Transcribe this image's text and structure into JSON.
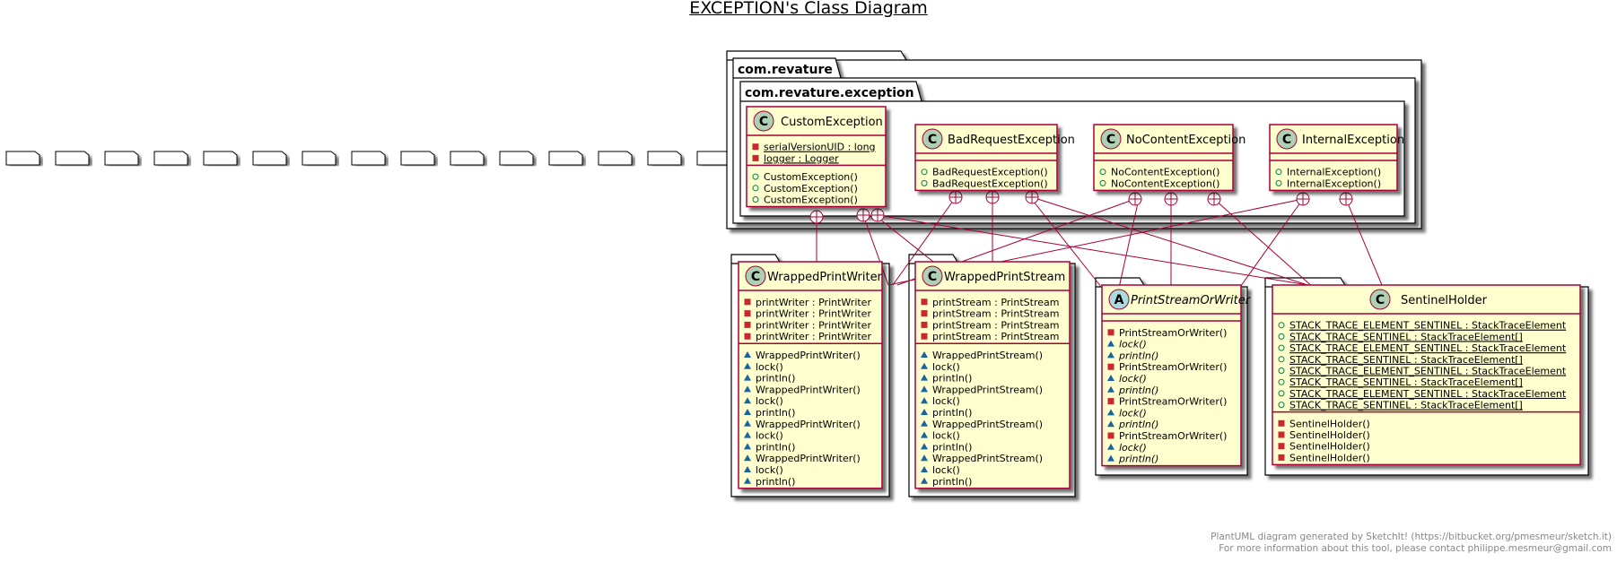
{
  "title": "EXCEPTION's Class Diagram",
  "packages": {
    "outer": "com.revature",
    "inner": "com.revature.exception"
  },
  "classes": {
    "custom": {
      "name": "CustomException",
      "fields": [
        {
          "vis": "-",
          "text": "serialVersionUID : long",
          "static": true
        },
        {
          "vis": "-",
          "text": "logger : Logger",
          "static": true
        }
      ],
      "methods": [
        {
          "vis": "+",
          "text": "CustomException()"
        },
        {
          "vis": "+",
          "text": "CustomException()"
        },
        {
          "vis": "+",
          "text": "CustomException()"
        }
      ]
    },
    "badRequest": {
      "name": "BadRequestException",
      "methods": [
        {
          "vis": "+",
          "text": "BadRequestException()"
        },
        {
          "vis": "+",
          "text": "BadRequestException()"
        }
      ]
    },
    "noContent": {
      "name": "NoContentException",
      "methods": [
        {
          "vis": "+",
          "text": "NoContentException()"
        },
        {
          "vis": "+",
          "text": "NoContentException()"
        }
      ]
    },
    "internal": {
      "name": "InternalException",
      "methods": [
        {
          "vis": "+",
          "text": "InternalException()"
        },
        {
          "vis": "+",
          "text": "InternalException()"
        }
      ]
    },
    "wrappedPrintWriter": {
      "name": "WrappedPrintWriter",
      "fields": [
        {
          "vis": "-",
          "text": "printWriter : PrintWriter"
        },
        {
          "vis": "-",
          "text": "printWriter : PrintWriter"
        },
        {
          "vis": "-",
          "text": "printWriter : PrintWriter"
        },
        {
          "vis": "-",
          "text": "printWriter : PrintWriter"
        }
      ],
      "methods": [
        {
          "vis": "~",
          "text": "WrappedPrintWriter()"
        },
        {
          "vis": "~",
          "text": "lock()"
        },
        {
          "vis": "~",
          "text": "println()"
        },
        {
          "vis": "~",
          "text": "WrappedPrintWriter()"
        },
        {
          "vis": "~",
          "text": "lock()"
        },
        {
          "vis": "~",
          "text": "println()"
        },
        {
          "vis": "~",
          "text": "WrappedPrintWriter()"
        },
        {
          "vis": "~",
          "text": "lock()"
        },
        {
          "vis": "~",
          "text": "println()"
        },
        {
          "vis": "~",
          "text": "WrappedPrintWriter()"
        },
        {
          "vis": "~",
          "text": "lock()"
        },
        {
          "vis": "~",
          "text": "println()"
        }
      ]
    },
    "wrappedPrintStream": {
      "name": "WrappedPrintStream",
      "fields": [
        {
          "vis": "-",
          "text": "printStream : PrintStream"
        },
        {
          "vis": "-",
          "text": "printStream : PrintStream"
        },
        {
          "vis": "-",
          "text": "printStream : PrintStream"
        },
        {
          "vis": "-",
          "text": "printStream : PrintStream"
        }
      ],
      "methods": [
        {
          "vis": "~",
          "text": "WrappedPrintStream()"
        },
        {
          "vis": "~",
          "text": "lock()"
        },
        {
          "vis": "~",
          "text": "println()"
        },
        {
          "vis": "~",
          "text": "WrappedPrintStream()"
        },
        {
          "vis": "~",
          "text": "lock()"
        },
        {
          "vis": "~",
          "text": "println()"
        },
        {
          "vis": "~",
          "text": "WrappedPrintStream()"
        },
        {
          "vis": "~",
          "text": "lock()"
        },
        {
          "vis": "~",
          "text": "println()"
        },
        {
          "vis": "~",
          "text": "WrappedPrintStream()"
        },
        {
          "vis": "~",
          "text": "lock()"
        },
        {
          "vis": "~",
          "text": "println()"
        }
      ]
    },
    "printStreamOrWriter": {
      "name": "PrintStreamOrWriter",
      "abstract": true,
      "methods": [
        {
          "vis": "-",
          "text": "PrintStreamOrWriter()"
        },
        {
          "vis": "~",
          "text": "lock()",
          "italic": true
        },
        {
          "vis": "~",
          "text": "println()",
          "italic": true
        },
        {
          "vis": "-",
          "text": "PrintStreamOrWriter()"
        },
        {
          "vis": "~",
          "text": "lock()",
          "italic": true
        },
        {
          "vis": "~",
          "text": "println()",
          "italic": true
        },
        {
          "vis": "-",
          "text": "PrintStreamOrWriter()"
        },
        {
          "vis": "~",
          "text": "lock()",
          "italic": true
        },
        {
          "vis": "~",
          "text": "println()",
          "italic": true
        },
        {
          "vis": "-",
          "text": "PrintStreamOrWriter()"
        },
        {
          "vis": "~",
          "text": "lock()",
          "italic": true
        },
        {
          "vis": "~",
          "text": "println()",
          "italic": true
        }
      ]
    },
    "sentinelHolder": {
      "name": "SentinelHolder",
      "fields": [
        {
          "vis": "+",
          "text": "STACK_TRACE_ELEMENT_SENTINEL : StackTraceElement",
          "static": true
        },
        {
          "vis": "+",
          "text": "STACK_TRACE_SENTINEL : StackTraceElement[]",
          "static": true
        },
        {
          "vis": "+",
          "text": "STACK_TRACE_ELEMENT_SENTINEL : StackTraceElement",
          "static": true
        },
        {
          "vis": "+",
          "text": "STACK_TRACE_SENTINEL : StackTraceElement[]",
          "static": true
        },
        {
          "vis": "+",
          "text": "STACK_TRACE_ELEMENT_SENTINEL : StackTraceElement",
          "static": true
        },
        {
          "vis": "+",
          "text": "STACK_TRACE_SENTINEL : StackTraceElement[]",
          "static": true
        },
        {
          "vis": "+",
          "text": "STACK_TRACE_ELEMENT_SENTINEL : StackTraceElement",
          "static": true
        },
        {
          "vis": "+",
          "text": "STACK_TRACE_SENTINEL : StackTraceElement[]",
          "static": true
        }
      ],
      "methods": [
        {
          "vis": "-",
          "text": "SentinelHolder()"
        },
        {
          "vis": "-",
          "text": "SentinelHolder()"
        },
        {
          "vis": "-",
          "text": "SentinelHolder()"
        },
        {
          "vis": "-",
          "text": "SentinelHolder()"
        }
      ]
    }
  },
  "class_badge": "C",
  "abstract_badge": "A",
  "footer": [
    "PlantUML diagram generated by SketchIt! (https://bitbucket.org/pmesmeur/sketch.it)",
    "For more information about this tool, please contact philippe.mesmeur@gmail.com"
  ],
  "colors": {
    "class_fill": "#FEFECE",
    "class_border": "#A80036",
    "class_badge": "#ADD1B2",
    "abstract_badge": "#A9DCDF",
    "link": "#A80036",
    "footer_text": "#888888"
  }
}
